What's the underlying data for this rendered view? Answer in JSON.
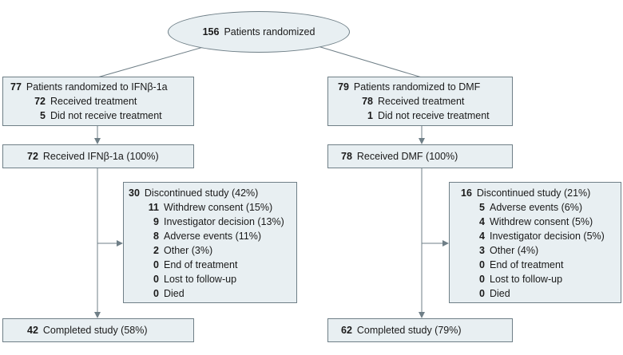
{
  "randomized": {
    "n": "156",
    "label": "Patients randomized"
  },
  "arms": [
    {
      "alloc": {
        "n": "77",
        "label": "Patients randomized to IFNβ-1a",
        "received": {
          "n": "72",
          "label": "Received treatment"
        },
        "not_received": {
          "n": "5",
          "label": "Did not receive treatment"
        }
      },
      "received_box": {
        "n": "72",
        "label": "Received IFNβ-1a (100%)"
      },
      "discontinued": {
        "n": "30",
        "label": "Discontinued study (42%)",
        "reasons": [
          {
            "n": "11",
            "label": "Withdrew consent (15%)"
          },
          {
            "n": "9",
            "label": "Investigator decision (13%)"
          },
          {
            "n": "8",
            "label": "Adverse events (11%)"
          },
          {
            "n": "2",
            "label": "Other (3%)"
          },
          {
            "n": "0",
            "label": "End of treatment"
          },
          {
            "n": "0",
            "label": "Lost to follow-up"
          },
          {
            "n": "0",
            "label": "Died"
          }
        ]
      },
      "completed": {
        "n": "42",
        "label": "Completed study (58%)"
      }
    },
    {
      "alloc": {
        "n": "79",
        "label": "Patients randomized to DMF",
        "received": {
          "n": "78",
          "label": "Received treatment"
        },
        "not_received": {
          "n": "1",
          "label": "Did not receive treatment"
        }
      },
      "received_box": {
        "n": "78",
        "label": "Received DMF (100%)"
      },
      "discontinued": {
        "n": "16",
        "label": "Discontinued study (21%)",
        "reasons": [
          {
            "n": "5",
            "label": "Adverse events (6%)"
          },
          {
            "n": "4",
            "label": "Withdrew consent (5%)"
          },
          {
            "n": "4",
            "label": "Investigator decision (5%)"
          },
          {
            "n": "3",
            "label": "Other (4%)"
          },
          {
            "n": "0",
            "label": "End of treatment"
          },
          {
            "n": "0",
            "label": "Lost to follow-up"
          },
          {
            "n": "0",
            "label": "Died"
          }
        ]
      },
      "completed": {
        "n": "62",
        "label": "Completed study (79%)"
      }
    }
  ]
}
